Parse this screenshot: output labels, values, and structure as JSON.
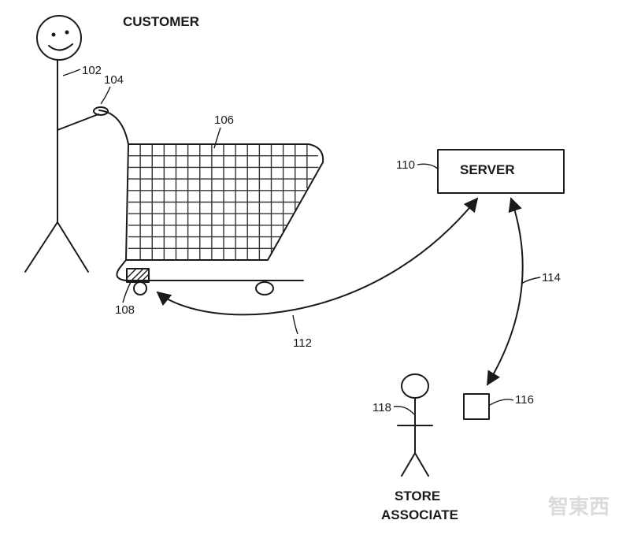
{
  "diagram": {
    "customer_label": "CUSTOMER",
    "server_label": "SERVER",
    "store_associate_line1": "STORE",
    "store_associate_line2": "ASSOCIATE",
    "watermark": "智東西",
    "refs": {
      "customer": "102",
      "handle": "104",
      "cart": "106",
      "tag": "108",
      "server": "110",
      "link_cart_server": "112",
      "link_server_device": "114",
      "device": "116",
      "associate": "118"
    }
  }
}
